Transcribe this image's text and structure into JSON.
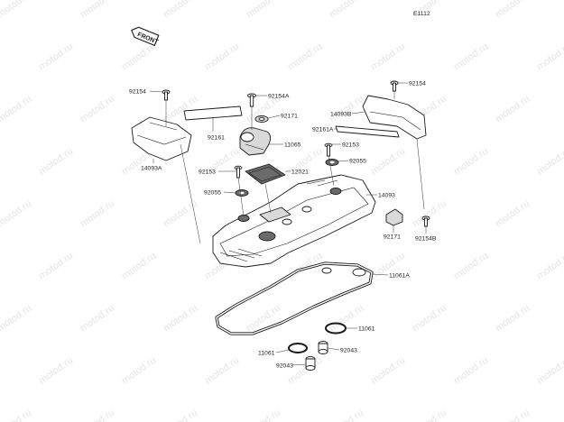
{
  "diagram": {
    "ref_code": "E1112",
    "front_tag": "FRONT",
    "watermark": "motod.ru",
    "labels": {
      "p92154_l": "92154",
      "p92154a": "92154A",
      "p92171_t": "92171",
      "p92161": "92161",
      "p14093a": "14093A",
      "p11065": "11065",
      "p92153_l": "92153",
      "p12021": "12021",
      "p92055_l": "92055",
      "p92154_r": "92154",
      "p14093b": "14093B",
      "p92161a": "92161A",
      "p92153_r": "92153",
      "p92055_r": "92055",
      "p14093": "14093",
      "p92171_r": "92171",
      "p92154b": "92154B",
      "p11061a": "11061A",
      "p11061_r": "11061",
      "p11061_l": "11061",
      "p92043_r": "92043",
      "p92043_l": "92043"
    }
  }
}
